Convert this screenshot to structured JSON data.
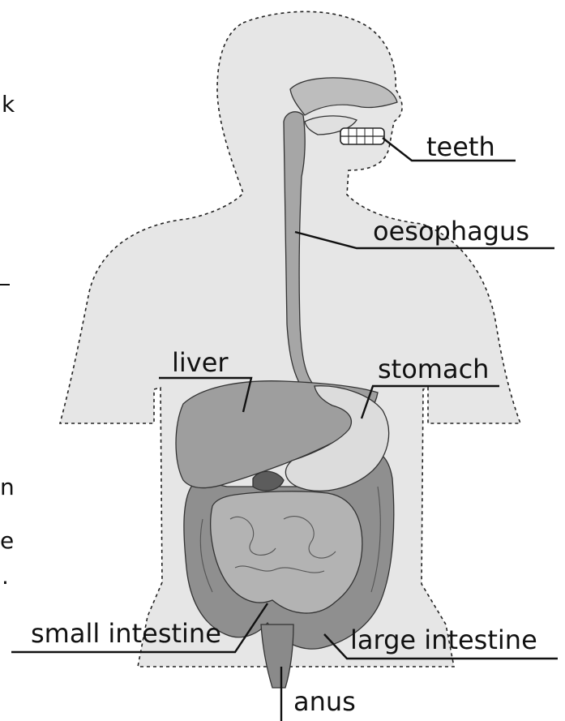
{
  "labels": {
    "teeth": "teeth",
    "oesophagus": "oesophagus",
    "liver": "liver",
    "stomach": "stomach",
    "small_intestine": "small intestine",
    "large_intestine": "large intestine",
    "anus": "anus"
  },
  "edge_fragments": {
    "top": "k",
    "middle": "n",
    "lower": "e"
  },
  "colors": {
    "body_fill": "#e6e6e6",
    "organ_light": "#cfcfcf",
    "organ_mid": "#a6a6a6",
    "organ_dark": "#8a8a8a",
    "organ_darkest": "#5c5c5c",
    "line": "#111111"
  }
}
